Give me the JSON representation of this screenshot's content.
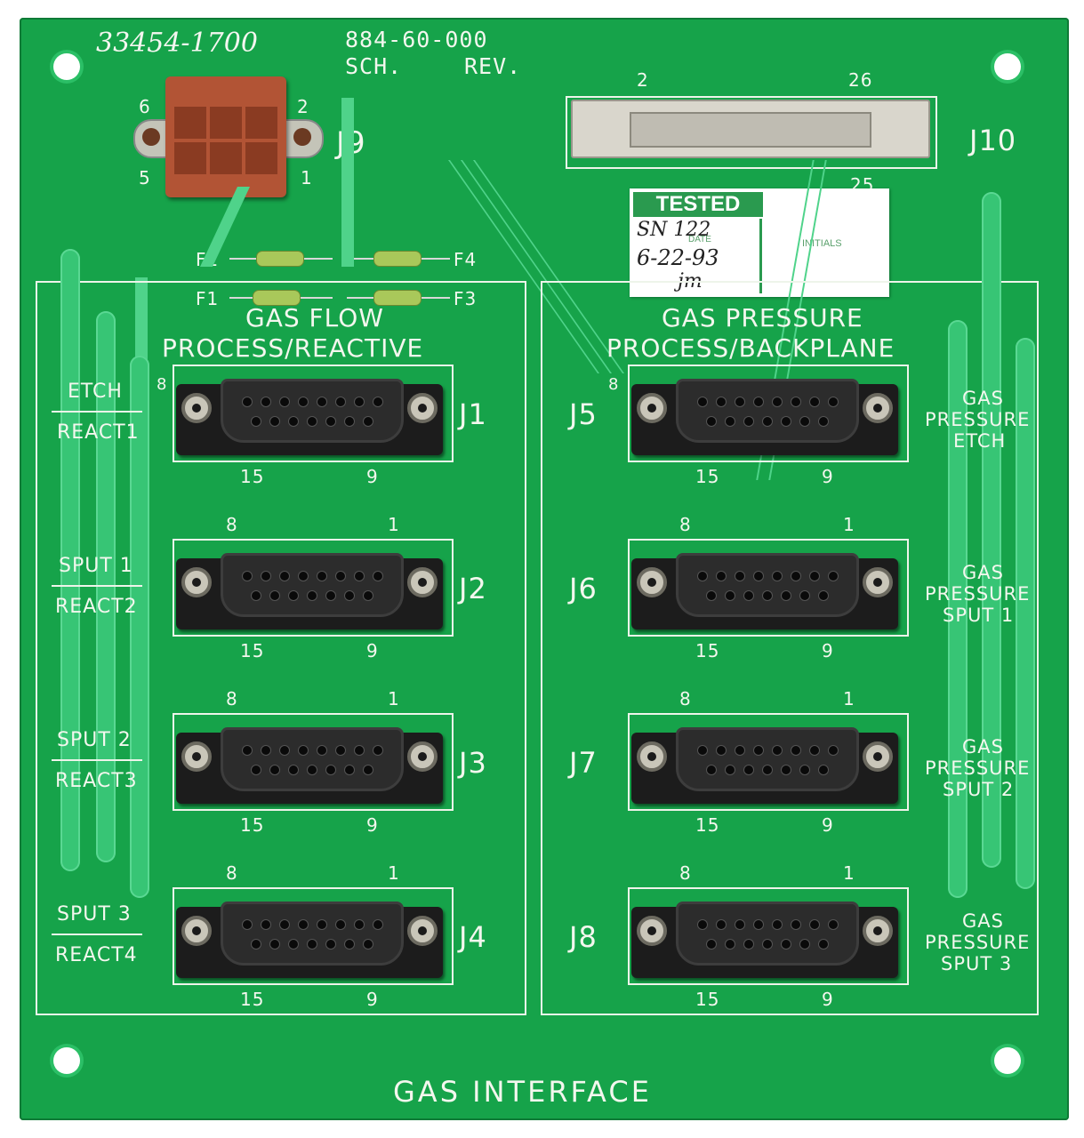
{
  "board": {
    "part_number": "33454-1700",
    "sch_number": "884-60-000",
    "sch_label": "SCH.",
    "rev_label": "REV.",
    "title": "GAS INTERFACE",
    "flow_header": [
      "GAS FLOW",
      "PROCESS/REACTIVE"
    ],
    "pressure_header": [
      "GAS PRESSURE",
      "PROCESS/BACKPLANE"
    ],
    "colors": {
      "board": "#16a34a",
      "silkscreen": "#f3f7ee",
      "trace": "#4fd38a",
      "connector": "#1c1c1c",
      "header_housing": "#b25435"
    }
  },
  "j9": {
    "label": "J9",
    "pins": [
      "6",
      "2",
      "5",
      "1"
    ]
  },
  "j10": {
    "label": "J10",
    "pin_top_left": "2",
    "pin_top_right": "26",
    "pin_bottom_right": "25"
  },
  "fuses": [
    "F2",
    "F4",
    "F1",
    "F3"
  ],
  "test_sticker": {
    "stamp": "TESTED",
    "serial": "SN 122",
    "date_label": "DATE",
    "date": "6-22-93",
    "initials_label": "INITIALS",
    "initials": "jm"
  },
  "pin_labels": {
    "p8": "8",
    "p1": "1",
    "p15": "15",
    "p9": "9"
  },
  "connectors_left": [
    {
      "label": "J1",
      "side_top": "ETCH",
      "side_bottom": "REACT1"
    },
    {
      "label": "J2",
      "side_top": "SPUT 1",
      "side_bottom": "REACT2"
    },
    {
      "label": "J3",
      "side_top": "SPUT 2",
      "side_bottom": "REACT3"
    },
    {
      "label": "J4",
      "side_top": "SPUT 3",
      "side_bottom": "REACT4"
    }
  ],
  "connectors_right": [
    {
      "label": "J5",
      "side": [
        "GAS",
        "PRESSURE",
        "ETCH"
      ]
    },
    {
      "label": "J6",
      "side": [
        "GAS",
        "PRESSURE",
        "SPUT 1"
      ]
    },
    {
      "label": "J7",
      "side": [
        "GAS",
        "PRESSURE",
        "SPUT 2"
      ]
    },
    {
      "label": "J8",
      "side": [
        "GAS",
        "PRESSURE",
        "SPUT 3"
      ]
    }
  ]
}
